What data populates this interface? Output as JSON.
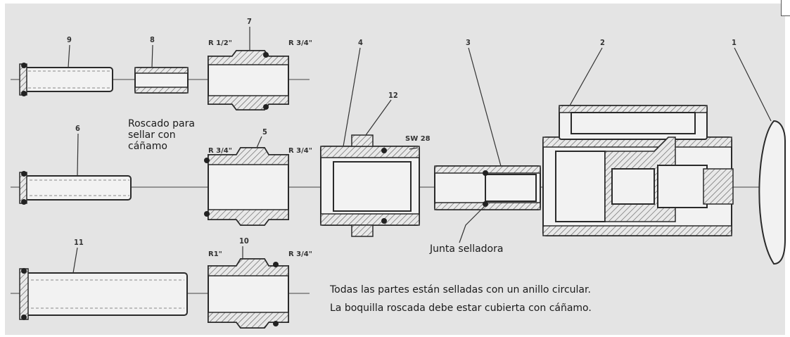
{
  "diagram": {
    "parts": {
      "p1": "1",
      "p2": "2",
      "p3": "3",
      "p4": "4",
      "p5": "5",
      "p6": "6",
      "p7": "7",
      "p8": "8",
      "p9": "9",
      "p10": "10",
      "p11": "11",
      "p12": "12"
    },
    "thread_labels": {
      "r7_left": "R 1/2\"",
      "r7_right": "R 3/4\"",
      "r5_left": "R 3/4\"",
      "r4_left": "R 3/4\"",
      "sw": "SW 28",
      "r10_left": "R1\"",
      "r10_right": "R 3/4\""
    },
    "annotations": {
      "roscado": [
        "Roscado para",
        "sellar con",
        "cáñamo"
      ],
      "junta": "Junta selladora",
      "note_line1": "Todas las partes están selladas con un anillo circular.",
      "note_line2": "La boquilla roscada debe estar cubierta con cáñamo."
    }
  }
}
